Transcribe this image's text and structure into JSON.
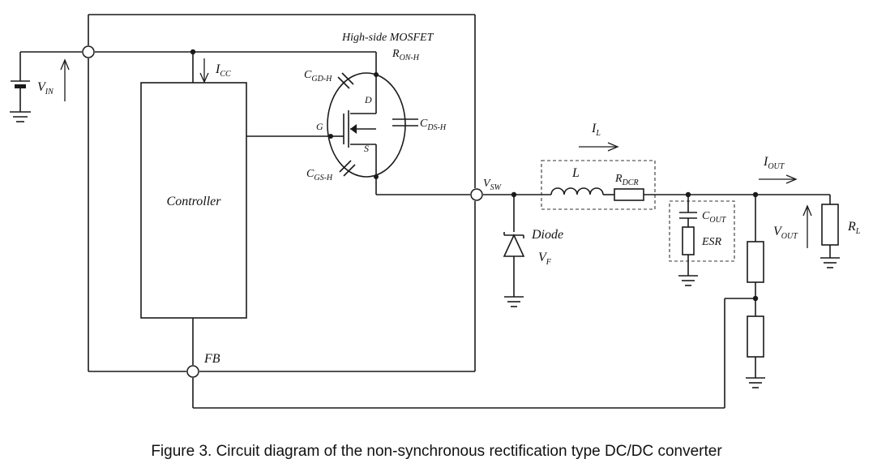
{
  "labels": {
    "high_side": "High-side MOSFET",
    "ron_main": "R",
    "ron_sub": "ON-H",
    "cgd_main": "C",
    "cgd_sub": "GD-H",
    "cgs_main": "C",
    "cgs_sub": "GS-H",
    "cds_main": "C",
    "cds_sub": "DS-H",
    "drain": "D",
    "source": "S",
    "gate": "G",
    "icc_main": "I",
    "icc_sub": "CC",
    "vin_main": "V",
    "vin_sub": "IN",
    "controller": "Controller",
    "vsw_main": "V",
    "vsw_sub": "SW",
    "il_main": "I",
    "il_sub": "L",
    "inductor": "L",
    "rdcr_main": "R",
    "rdcr_sub": "DCR",
    "iout_main": "I",
    "iout_sub": "OUT",
    "cout_main": "C",
    "cout_sub": "OUT",
    "esr": "ESR",
    "vout_main": "V",
    "vout_sub": "OUT",
    "rl_main": "R",
    "rl_sub": "L",
    "diode": "Diode",
    "vf_main": "V",
    "vf_sub": "F",
    "fb": "FB"
  },
  "caption": "Figure 3. Circuit diagram of the non-synchronous rectification type DC/DC converter"
}
